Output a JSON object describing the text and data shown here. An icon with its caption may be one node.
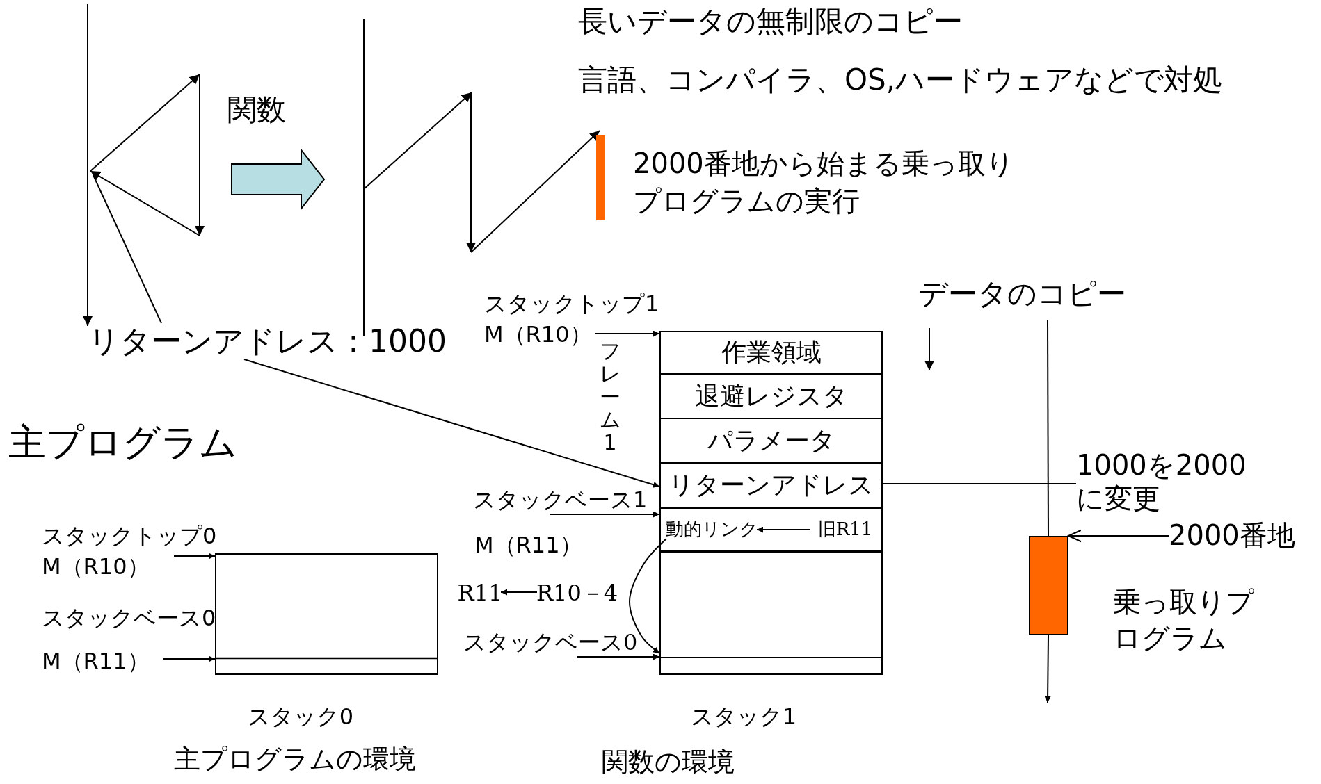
{
  "diagram": {
    "nodes": [
      {
        "text": [
          "M（R10）"
        ]
      },
      {
        "text": [
          "M（R11）"
        ]
      },
      {
        "text": [],
        "shape": "box",
        "beside": [
          "スタック0"
        ]
      },
      {
        "text": [],
        "shape": "box",
        "beside": [
          "スタック1"
        ]
      },
      {
        "text": [
          "作業領域"
        ],
        "in": 3
      },
      {
        "text": [
          "退避レジスタ"
        ],
        "in": 3
      },
      {
        "text": [
          "パラメータ"
        ],
        "in": 3
      },
      {
        "text": [
          "リターンアドレス"
        ],
        "in": 3
      },
      {
        "text": [],
        "shape": "box",
        "in": 3
      },
      {
        "text": [
          "動的リンク"
        ],
        "in": 8
      },
      {
        "text": [
          "旧R11"
        ],
        "in": 8
      },
      {
        "text": [],
        "shape": "box",
        "in": 3
      },
      {
        "text": [
          "M（R10）"
        ]
      },
      {
        "text": [
          "スタックベース1"
        ]
      },
      {
        "text": [
          "スタックベース0"
        ]
      },
      {
        "text": [
          "R10－4"
        ]
      },
      {
        "text": [
          "R11"
        ]
      },
      {
        "text": [
          "リターンアドレス：1000"
        ]
      },
      {
        "text": [
          "1000を2000に変更"
        ]
      },
      {
        "text": [],
        "shape": "box",
        "beside": [
          "乗っ取りプログラム"
        ]
      },
      {
        "text": [
          "2000番地"
        ]
      }
    ],
    "edges": [
      {
        "from": 0,
        "to": 2,
        "arrow": "to"
      },
      {
        "from": 1,
        "to": 2,
        "arrow": "to"
      },
      {
        "from": 12,
        "to": 3,
        "arrow": "to"
      },
      {
        "from": 13,
        "to": 3,
        "arrow": "to"
      },
      {
        "from": 14,
        "to": 3,
        "arrow": "to"
      },
      {
        "from": 15,
        "to": 16,
        "arrow": "to"
      },
      {
        "from": 10,
        "to": 9,
        "arrow": "to"
      },
      {
        "from": 9,
        "to": 11,
        "arrow": "to"
      },
      {
        "from": 17,
        "to": 7,
        "arrow": "to"
      },
      {
        "from": 17,
        "to": null,
        "arrow": "none"
      },
      {
        "from": 7,
        "to": 18,
        "arrow": "none"
      },
      {
        "from": 20,
        "to": 19,
        "arrow": "to"
      },
      {
        "from": null,
        "to": 19,
        "arrow": "none"
      },
      {
        "from": 19,
        "to": null,
        "arrow": "to"
      }
    ],
    "labels": [
      "長いデータの無制限のコピー",
      "言語、コンパイラ、OS,ハードウェアなどで対処",
      "関数",
      "2000番地から始まる乗っ取りプログラムの実行",
      "主プログラム",
      "スタックトップ0",
      "スタックベース0",
      "スタックトップ1",
      "フレーム1",
      "M（R11）",
      "データのコピー",
      "主プログラムの環境",
      "関数の環境"
    ]
  }
}
